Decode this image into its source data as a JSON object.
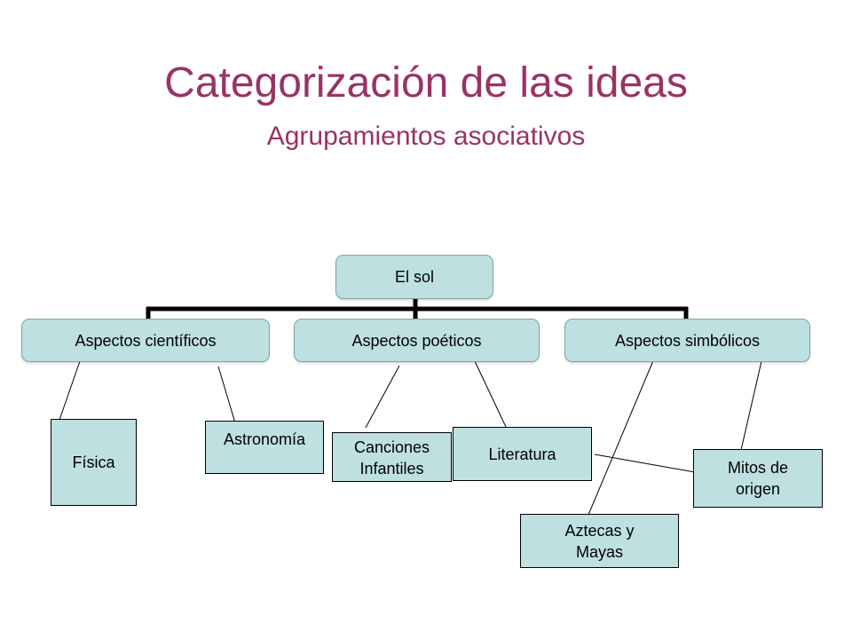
{
  "title": "Categorización de las ideas",
  "subtitle": "Agrupamientos asociativos",
  "root": {
    "label": "El sol"
  },
  "categories": [
    {
      "label": "Aspectos científicos"
    },
    {
      "label": "Aspectos poéticos"
    },
    {
      "label": "Aspectos simbólicos"
    }
  ],
  "leaves": [
    {
      "label": "Física"
    },
    {
      "label": "Astronomía"
    },
    {
      "label": "Canciones Infantiles"
    },
    {
      "label": "Literatura"
    },
    {
      "label": "Mitos de origen"
    },
    {
      "label": "Aztecas y Mayas"
    }
  ],
  "colors": {
    "title": "#993366",
    "node_fill": "#bfe0e0",
    "connector": "#000000"
  }
}
